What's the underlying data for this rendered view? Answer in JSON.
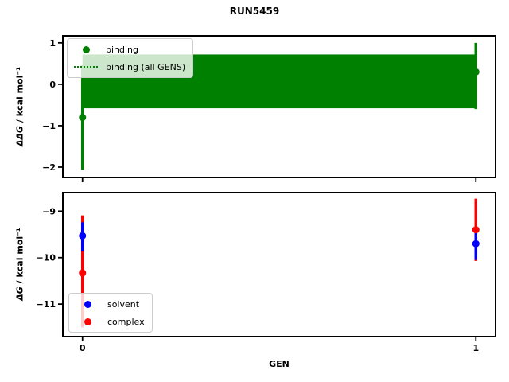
{
  "title": "RUN5459",
  "chart_data": [
    {
      "id": "ddg-binding",
      "type": "errorbar-scatter",
      "ylabel_math": "ΔΔG",
      "ylabel_units": " / kcal mol⁻¹",
      "xlim": [
        -0.05,
        1.05
      ],
      "ylim": [
        -2.25,
        1.17
      ],
      "yticks": [
        [
          1,
          "1"
        ],
        [
          0,
          "0"
        ],
        [
          -1,
          "−1"
        ],
        [
          -2,
          "−2"
        ]
      ],
      "xticks": [
        [
          0,
          "0"
        ],
        [
          1,
          "1"
        ]
      ],
      "show_xtick_labels": false,
      "grid": false,
      "axes_rect": [
        79,
        45,
        544,
        178
      ],
      "band": {
        "label": "binding (all GENS)",
        "center": 0.07,
        "lo": -0.58,
        "hi": 0.72,
        "color": "#008000",
        "line_style": "dotted"
      },
      "series": [
        {
          "name": "binding",
          "color": "#008000",
          "points": [
            {
              "x": 0,
              "y": -0.8,
              "bar": [
                -2.06,
                0.46
              ]
            },
            {
              "x": 1,
              "y": 0.3,
              "bar": [
                -0.6,
                1.0
              ]
            }
          ]
        }
      ],
      "legend": [
        "binding",
        "binding (all GENS)"
      ],
      "legend_position": "upper-left"
    },
    {
      "id": "dg-components",
      "type": "errorbar-scatter",
      "ylabel_math": "ΔG",
      "ylabel_units": " / kcal mol⁻¹",
      "xlabel": "GEN",
      "xlim": [
        -0.05,
        1.05
      ],
      "ylim": [
        -11.7,
        -8.6
      ],
      "yticks": [
        [
          -9,
          "−9"
        ],
        [
          -10,
          "−10"
        ],
        [
          -11,
          "−11"
        ]
      ],
      "xticks": [
        [
          0,
          "0"
        ],
        [
          1,
          "1"
        ]
      ],
      "show_xtick_labels": true,
      "grid": false,
      "axes_rect": [
        79,
        242,
        544,
        181
      ],
      "series": [
        {
          "name": "complex",
          "color": "#ff0000",
          "points": [
            {
              "x": 0,
              "y": -10.33,
              "bar": [
                -11.5,
                -9.09
              ]
            },
            {
              "x": 1,
              "y": -9.4,
              "bar": [
                -10.07,
                -8.73
              ]
            }
          ]
        },
        {
          "name": "solvent",
          "color": "#0000ff",
          "points": [
            {
              "x": 0,
              "y": -9.53,
              "bar": [
                -9.87,
                -9.24
              ]
            },
            {
              "x": 1,
              "y": -9.7,
              "bar": [
                -10.05,
                -9.35
              ]
            }
          ]
        }
      ],
      "legend": [
        "solvent",
        "complex"
      ],
      "legend_position": "lower-left"
    }
  ]
}
